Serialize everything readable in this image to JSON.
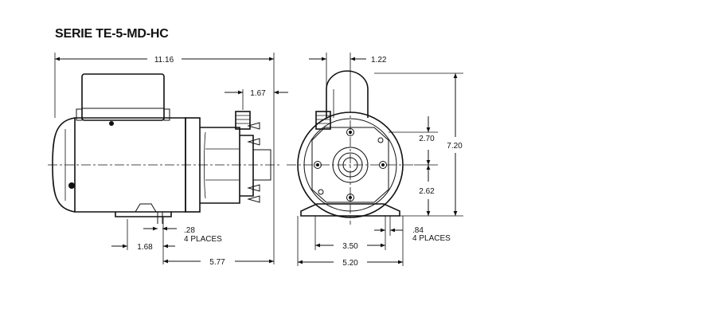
{
  "title": "SERIE TE-5-MD-HC",
  "dimensions": {
    "overall_length": "11.16",
    "discharge_offset": "1.67",
    "base_hole_dia": ".28",
    "base_hole_note": "4 PLACES",
    "base_mount_offset": "1.68",
    "base_to_end": "5.77",
    "inlet_offset": "1.22",
    "height_upper": "2.70",
    "height_lower": "2.62",
    "overall_height": "7.20",
    "base_hole_spacing": "3.50",
    "base_slot": ".84",
    "base_slot_note": "4 PLACES",
    "overall_width": "5.20"
  }
}
